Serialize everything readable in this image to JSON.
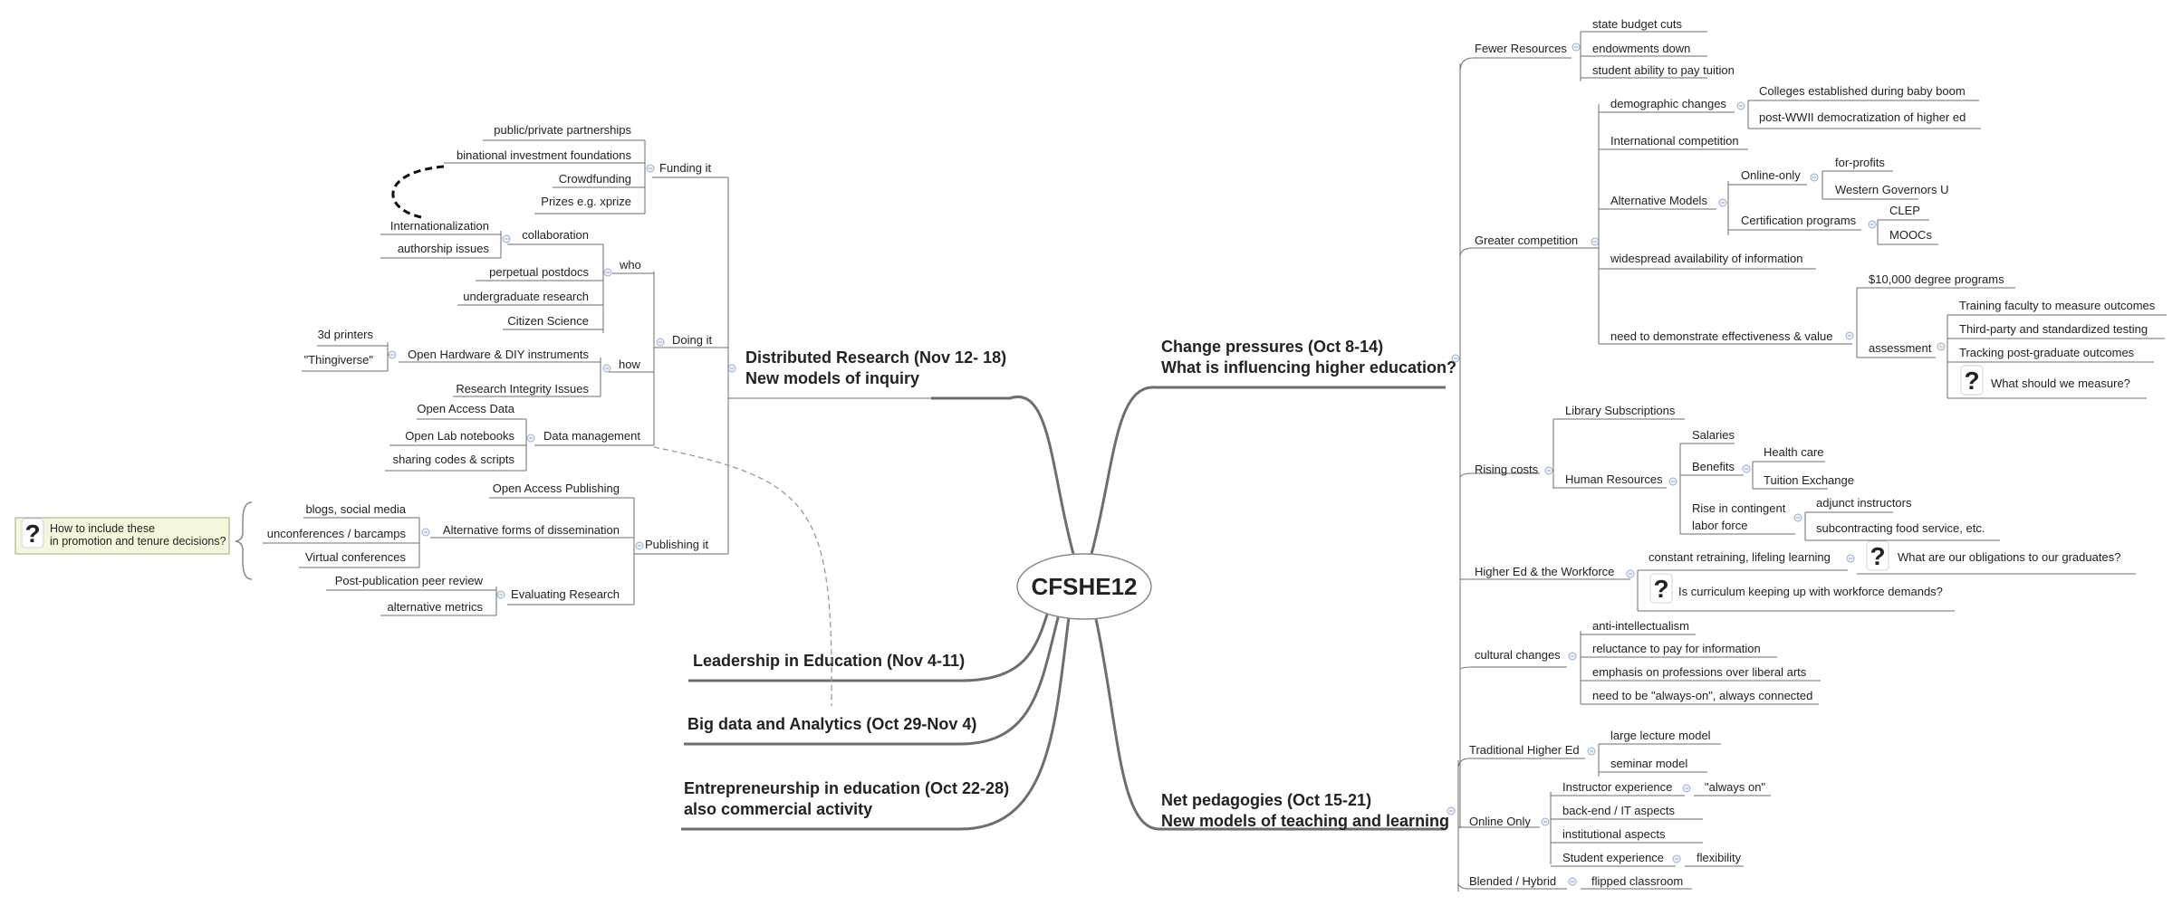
{
  "central": {
    "label": "CFSHE12"
  },
  "branches": [
    {
      "id": "change",
      "lines": [
        "Change pressures (Oct 8-14)",
        "What is influencing higher education?"
      ]
    },
    {
      "id": "net",
      "lines": [
        "Net pedagogies (Oct 15-21)",
        "New models of teaching and learning"
      ]
    },
    {
      "id": "distributed",
      "lines": [
        "Distributed Research (Nov 12- 18)",
        "New models of inquiry"
      ]
    },
    {
      "id": "leadership",
      "lines": [
        "Leadership in Education (Nov 4-11)"
      ]
    },
    {
      "id": "bigdata",
      "lines": [
        "Big data and Analytics (Oct 29-Nov 4)"
      ]
    },
    {
      "id": "entre",
      "lines": [
        "Entrepreneurship in education (Oct 22-28)",
        "also commercial activity"
      ]
    }
  ],
  "topics": {
    "fewer_resources": "Fewer Resources",
    "state_budget": "state budget cuts",
    "endowments": "endowments down",
    "student_ability": "student ability to pay tuition",
    "greater_competition": "Greater competition",
    "demographic": "demographic changes",
    "colleges_boom": "Colleges established during baby boom",
    "post_wwii": "post-WWII democratization of higher ed",
    "intl_competition": "International competition",
    "alt_models": "Alternative Models",
    "online_only_alt": "Online-only",
    "for_profits": "for-profits",
    "wgu": "Western Governors U",
    "cert_programs": "Certification programs",
    "clep": "CLEP",
    "moocs": "MOOCs",
    "widespread": "widespread availability of information",
    "need_demo": "need to demonstrate effectiveness & value",
    "ten_k": "$10,000 degree programs",
    "assessment": "assessment",
    "training_faculty": "Training faculty to measure outcomes",
    "third_party": "Third-party and standardized testing",
    "tracking": "Tracking post-graduate outcomes",
    "what_measure": "What should we measure?",
    "rising_costs": "Rising costs",
    "library": "Library Subscriptions",
    "human_resources": "Human Resources",
    "salaries": "Salaries",
    "benefits": "Benefits",
    "health_care": "Health care",
    "tuition_exchange": "Tuition Exchange",
    "rise_contingent_1": "Rise in contingent",
    "rise_contingent_2": "labor force",
    "adjunct": "adjunct instructors",
    "subcontracting": "subcontracting food service, etc.",
    "workforce": "Higher Ed & the Workforce",
    "retraining": "constant retraining, lifeling learning",
    "obligations": "What are our obligations to our graduates?",
    "curriculum": "Is curriculum keeping up with workforce demands?",
    "cultural": "cultural changes",
    "anti_intellect": "anti-intellectualism",
    "reluctance": "reluctance to pay for information",
    "emphasis": "emphasis on professions over liberal arts",
    "always_on_conn": "need to be \"always-on\", always connected",
    "traditional": "Traditional Higher Ed",
    "lecture": "large lecture model",
    "seminar": "seminar model",
    "online_only": "Online Only",
    "instructor_exp": "Instructor experience",
    "always_on": "\"always on\"",
    "backend": "back-end / IT aspects",
    "institutional": "institutional aspects",
    "student_exp": "Student experience",
    "flexibility": "flexibility",
    "blended": "Blended / Hybrid",
    "flipped": "flipped classroom",
    "funding": "Funding it",
    "ppp": "public/private partnerships",
    "binational": "binational investment foundations",
    "crowdfunding": "Crowdfunding",
    "prizes": "Prizes e.g. xprize",
    "doing": "Doing it",
    "who": "who",
    "collaboration": "collaboration",
    "internationalization": "Internationalization",
    "authorship": "authorship issues",
    "postdocs": "perpetual postdocs",
    "undergrad": "undergraduate research",
    "citizen": "Citizen Science",
    "how": "how",
    "open_hardware": "Open Hardware & DIY instruments",
    "printers": "3d printers",
    "thingiverse": "\"Thingiverse\"",
    "integrity": "Research Integrity Issues",
    "data_mgmt": "Data management",
    "open_access_data": "Open Access Data",
    "open_lab": "Open Lab notebooks",
    "sharing": "sharing codes & scripts",
    "publishing": "Publishing it",
    "oa_publishing": "Open Access Publishing",
    "alt_forms": "Alternative forms of dissemination",
    "blogs": "blogs, social media",
    "unconferences": "unconferences / barcamps",
    "virtual": "Virtual conferences",
    "evaluating": "Evaluating Research",
    "post_pub": "Post-publication peer review",
    "alt_metrics": "alternative metrics"
  },
  "note": {
    "lines": [
      "How to include these",
      "in promotion and tenure decisions?"
    ]
  },
  "colors": {
    "line": "#6e6e6e",
    "connector": "#9a9a9a",
    "toggle_fill": "#eef3fb",
    "toggle_stroke": "#97aed0",
    "note_fill": "#f6f6dc",
    "note_stroke": "#a6a47a",
    "question": "#3f6cbf"
  },
  "icons": [
    "question-icon",
    "collapse-toggle-icon"
  ]
}
